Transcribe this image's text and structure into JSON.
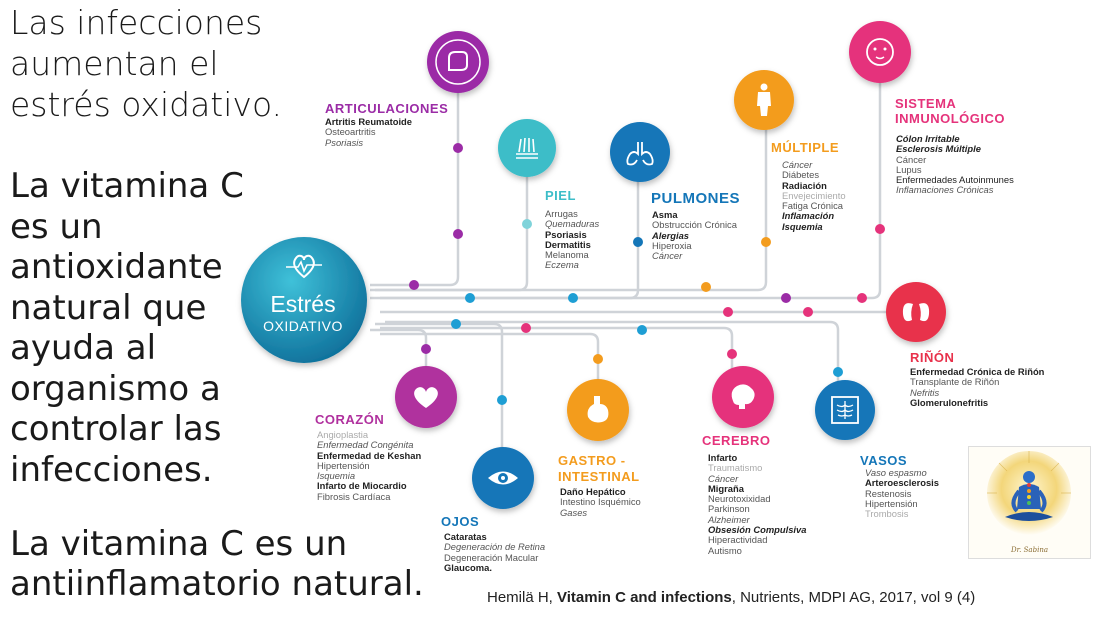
{
  "slide": {
    "paragraph1": "Las infecciones aumentan el estrés oxidativo.",
    "paragraph2": "La vitamina C es un antioxidante natural que ayuda al organismo a controlar las infecciones.",
    "paragraph3": "La vitamina C es un antiinflamatorio natural."
  },
  "center": {
    "title": "Estrés",
    "subtitle": "OXIDATIVO"
  },
  "colors": {
    "purple": "#9b2ca6",
    "teal": "#3cbdc8",
    "blue": "#1476b8",
    "orange": "#f39c1e",
    "pink": "#e5337b",
    "red": "#e8314b",
    "magenta": "#b0309e",
    "center": "#1b95b5"
  },
  "categories": {
    "articulaciones": {
      "title": "ARTICULACIONES",
      "icon": "arm-icon",
      "items": [
        "Artritis Reumatoide",
        "Osteoartritis",
        "Psoriasis"
      ]
    },
    "piel": {
      "title": "PIEL",
      "icon": "skin-icon",
      "items": [
        "Arrugas",
        "Quemaduras",
        "Psoriasis",
        "Dermatitis",
        "Melanoma",
        "Eczema"
      ]
    },
    "pulmones": {
      "title": "PULMONES",
      "icon": "lungs-icon",
      "items": [
        "Asma",
        "Obstrucción Crónica",
        "Alergias",
        "Hiperoxia",
        "Cáncer"
      ]
    },
    "multiple": {
      "title": "MÚLTIPLE",
      "icon": "human-body-icon",
      "items": [
        "Cáncer",
        "Diábetes",
        "Radiación",
        "Envejecimiento",
        "Fatiga Crónica",
        "Inflamación",
        "Isquemia"
      ]
    },
    "inmunologico": {
      "title_line1": "SISTEMA",
      "title_line2": "INMUNOLÓGICO",
      "icon": "face-icon",
      "items": [
        "Cólon Irritable",
        "Esclerosis Múltiple",
        "Cáncer",
        "Lupus",
        "Enfermedades Autoinmunes",
        "Inflamaciones Crónicas"
      ]
    },
    "rinon": {
      "title": "RIÑÓN",
      "icon": "kidneys-icon",
      "items": [
        "Enfermedad Crónica de Riñón",
        "Transplante de Riñón",
        "Nefritis",
        "Glomerulonefritis"
      ]
    },
    "corazon": {
      "title": "CORAZÓN",
      "icon": "heart-icon",
      "items": [
        "Angioplastia",
        "Enfermedad Congénita",
        "Enfermedad de Keshan",
        "Hipertensión",
        "Isquemia",
        "Infarto de Miocardio",
        "Fibrosis Cardíaca"
      ]
    },
    "ojos": {
      "title": "OJOS",
      "icon": "eye-icon",
      "items": [
        "Cataratas",
        "Degeneración de Retina",
        "Degeneración Macular",
        "Glaucoma."
      ]
    },
    "gastro": {
      "title_line1": "GASTRO -",
      "title_line2": "INTESTINAL",
      "icon": "stomach-icon",
      "items": [
        "Daño Hepático",
        "Intestino Isquémico",
        "Gases"
      ]
    },
    "cerebro": {
      "title": "CEREBRO",
      "icon": "brain-icon",
      "items": [
        "Infarto",
        "Traumatismo",
        "Cáncer",
        "Migraña",
        "Neurotoxixidad",
        "Parkinson",
        "Alzheimer",
        "Obsesión Compulsiva",
        "Hiperactividad",
        "Autismo"
      ]
    },
    "vasos": {
      "title": "VASOS",
      "icon": "xray-icon",
      "items": [
        "Vaso espasmo",
        "Arteroesclerosis",
        "Restenosis",
        "Hipertensión",
        "Trombosis"
      ]
    }
  },
  "citation": {
    "author": "Hemilä H, ",
    "title": "Vitamin C and infections",
    "rest": ", Nutrients, MDPI AG, 2017, vol 9 (4)"
  },
  "logo": {
    "caption": "Dr. Sabina"
  }
}
